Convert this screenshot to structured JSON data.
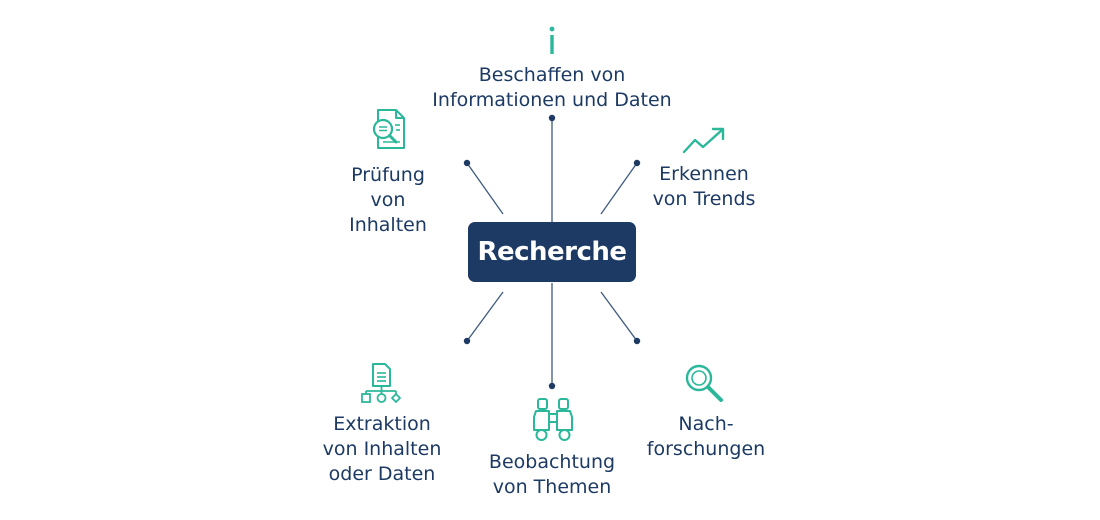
{
  "center": {
    "label": "Recherche"
  },
  "nodes": [
    {
      "id": "beschaffen",
      "icon": "info-icon",
      "lines": [
        "Beschaffen von",
        "Informationen und Daten"
      ]
    },
    {
      "id": "trends",
      "icon": "trend-arrow-icon",
      "lines": [
        "Erkennen",
        "von Trends"
      ]
    },
    {
      "id": "nachforschungen",
      "icon": "magnifier-icon",
      "lines": [
        "Nach-",
        "forschungen"
      ]
    },
    {
      "id": "beobachtung",
      "icon": "binoculars-icon",
      "lines": [
        "Beobachtung",
        "von Themen"
      ]
    },
    {
      "id": "extraktion",
      "icon": "document-flowchart-icon",
      "lines": [
        "Extraktion",
        "von Inhalten",
        "oder Daten"
      ]
    },
    {
      "id": "pruefung",
      "icon": "document-search-icon",
      "lines": [
        "Prüfung",
        "von",
        "Inhalten"
      ]
    }
  ],
  "colors": {
    "navy": "#1c3a63",
    "teal": "#2bb89a",
    "line": "#3d5a80"
  }
}
